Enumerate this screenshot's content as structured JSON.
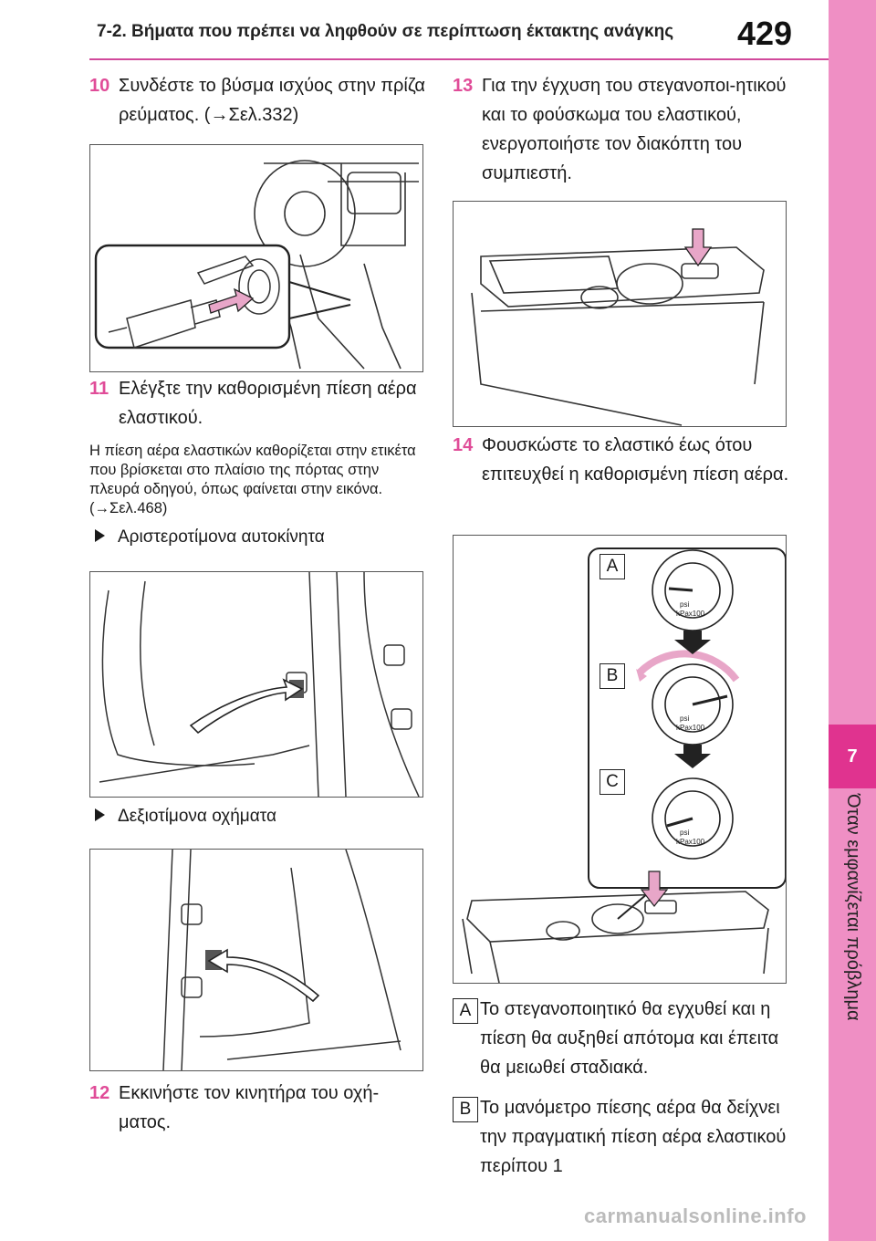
{
  "header": {
    "section_title": "7-2. Βήματα που πρέπει να ληφθούν σε περίπτωση έκτακτης ανάγκης",
    "page_number": "429"
  },
  "side_tab": {
    "chapter": "7",
    "vertical_text": "Όταν εμφανίζεται πρόβλημα"
  },
  "left_column": {
    "step10": {
      "num": "10",
      "text": "Συνδέστε το βύσμα ισχύος στην πρίζα ρεύματος. (→Σελ.332)"
    },
    "step11": {
      "num": "11",
      "text": "Ελέγξτε την καθορισμένη πίεση αέρα ελαστικού."
    },
    "note": "Η πίεση αέρα ελαστικών καθορίζεται στην ετικέτα που βρίσκεται στο πλαίσιο της πόρτας στην πλευρά οδηγού, όπως φαίνεται στην εικόνα. (→Σελ.468)",
    "bullet_left_drive": "Αριστεροτίμονα αυτοκίνητα",
    "bullet_right_drive": "Δεξιοτίμονα οχήματα",
    "step12": {
      "num": "12",
      "text": "Εκκινήστε τον κινητήρα του οχή-ματος."
    }
  },
  "right_column": {
    "step13": {
      "num": "13",
      "text": "Για την έγχυση του στεγανοποι-ητικού και το φούσκωμα του ελαστικού, ενεργοποιήστε τον διακόπτη του συμπιεστή."
    },
    "step14": {
      "num": "14",
      "text": "Φουσκώστε το ελαστικό έως ότου επιτευχθεί η καθορισμένη πίεση αέρα."
    },
    "gauge_labels": [
      "A",
      "B",
      "C"
    ],
    "gauge_face": {
      "unit1": "psi",
      "unit2": "kPax100"
    },
    "desc_a": {
      "label": "A",
      "text": "Το στεγανοποιητικό θα εγχυθεί και η πίεση θα αυξηθεί απότομα και έπειτα θα μειωθεί σταδιακά."
    },
    "desc_b": {
      "label": "B",
      "text": "Το μανόμετρο πίεσης αέρα θα δείχνει την πραγματική πίεση αέρα ελαστικού περίπου 1"
    }
  },
  "watermark": "carmanualsonline.info",
  "colors": {
    "accent": "#e04c98",
    "side_tab": "#ef8fc4",
    "chapter_box": "#e0338f"
  }
}
